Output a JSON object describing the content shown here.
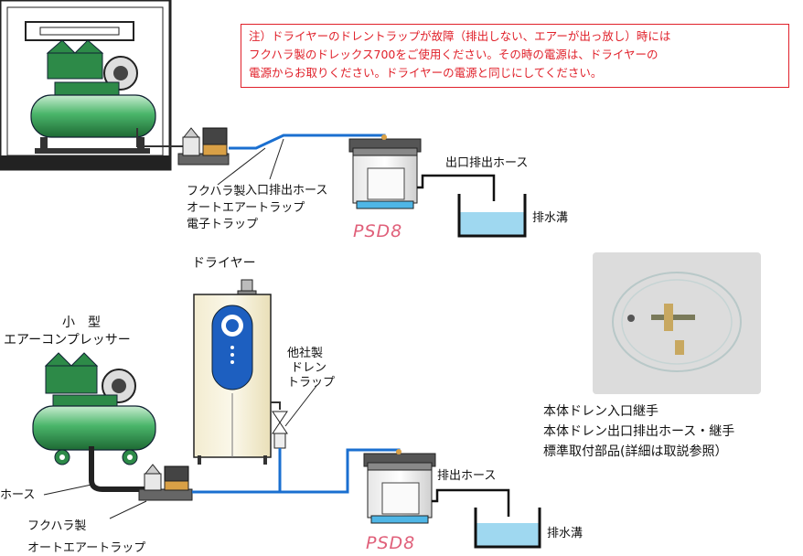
{
  "note": {
    "lines": [
      "注）ドライヤーのドレントラップが故障（排出しない、エアーが出っ放し）時には",
      "フクハラ製のドレックス700をご使用ください。その時の電源は、ドライヤーの",
      "電源からお取りください。ドライヤーの電源と同じにしてください。"
    ]
  },
  "top": {
    "trap_label": [
      "フクハラ製",
      "オートエアートラップ",
      "電子トラップ"
    ],
    "inlet_hose": "入口排出ホース",
    "outlet_hose": "出口排出ホース",
    "psd": "PSD8",
    "drain": "排水溝"
  },
  "bottom": {
    "dryer_title": "ドライヤー",
    "compressor_title": [
      "小　型",
      "エアーコンプレッサー"
    ],
    "other_trap": [
      "他社製",
      "ドレン",
      "トラップ"
    ],
    "hose_left": "ホース",
    "trap_label": [
      "フクハラ製",
      "オートエアートラップ"
    ],
    "outlet_hose": "排出ホース",
    "psd": "PSD8",
    "drain": "排水溝"
  },
  "photo_caption": [
    "本体ドレン入口継手",
    "本体ドレン出口排出ホース・継手",
    "標準取付部品(詳細は取説参照）"
  ],
  "colors": {
    "pipe_blue": "#1a6fd0",
    "tank_green": "#3aa05a",
    "note_red": "#e0202a",
    "water": "#9fd8f0",
    "psd_pink": "#e0607a"
  }
}
